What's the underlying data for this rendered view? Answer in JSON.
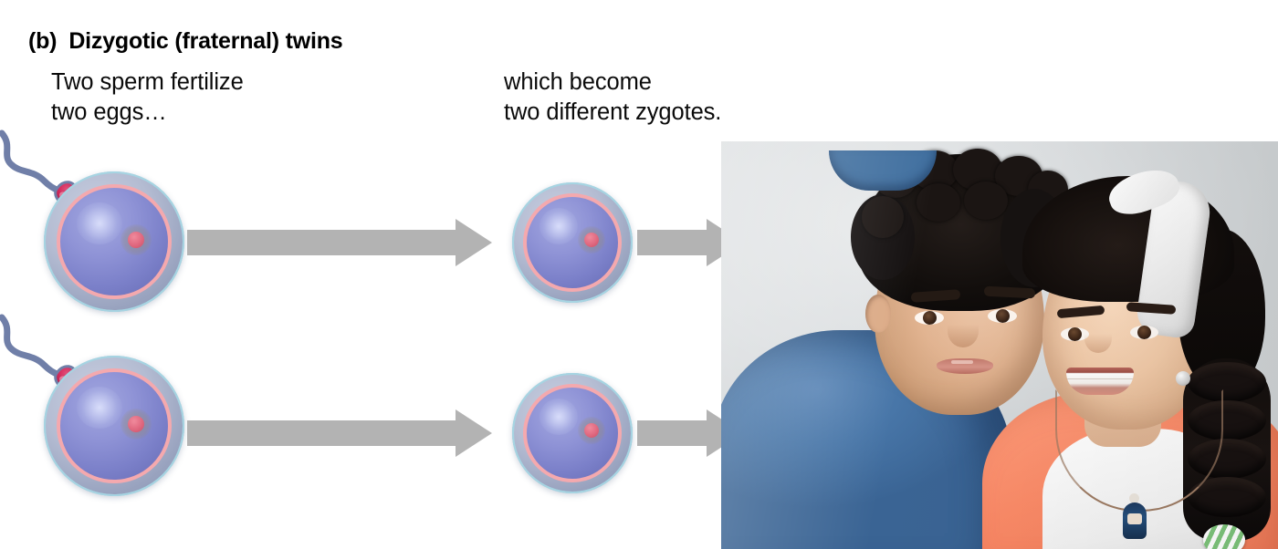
{
  "figure": {
    "panel_label": "(b)",
    "title": "Dizygotic (fraternal) twins",
    "caption_left": "Two sperm fertilize\ntwo eggs…",
    "caption_right": "which become\ntwo different zygotes."
  },
  "colors": {
    "arrow_gray": "#b3b3b3",
    "zona_ring_blue": "#a6d4e2",
    "membrane_pink": "#f4a9ae",
    "cytoplasm_purple": "#7b80c9",
    "nucleus_rose": "#e0687f",
    "sperm_head_crimson": "#d32a5c",
    "sperm_tail_slate": "#707fa8",
    "photo_background": "#dfe2e4",
    "boy_shirt_blue": "#4876a8",
    "girl_shirt_coral": "#fa8a67",
    "girl_shirt_white": "#ffffff",
    "hair_black": "#120d0b",
    "text_black": "#0a0a0a"
  },
  "stage_rows": [
    {
      "row": 1,
      "sperm_label": "sperm-1",
      "egg_label": "egg-1",
      "zygote_label": "zygote-1"
    },
    {
      "row": 2,
      "sperm_label": "sperm-2",
      "egg_label": "egg-2",
      "zygote_label": "zygote-2"
    }
  ],
  "photo": {
    "alt": "Photograph of fraternal boy and girl twins standing head to head",
    "subjects": [
      {
        "name": "boy-twin",
        "hair": "short dark curly hair",
        "clothing": "heathered blue t-shirt"
      },
      {
        "name": "girl-twin",
        "hair": "dark braided hair with white bandana headband and green striped hair tie",
        "clothing": "coral and white raglan shirt",
        "accessory": "necklace with blue kokeshi doll pendant"
      }
    ]
  }
}
